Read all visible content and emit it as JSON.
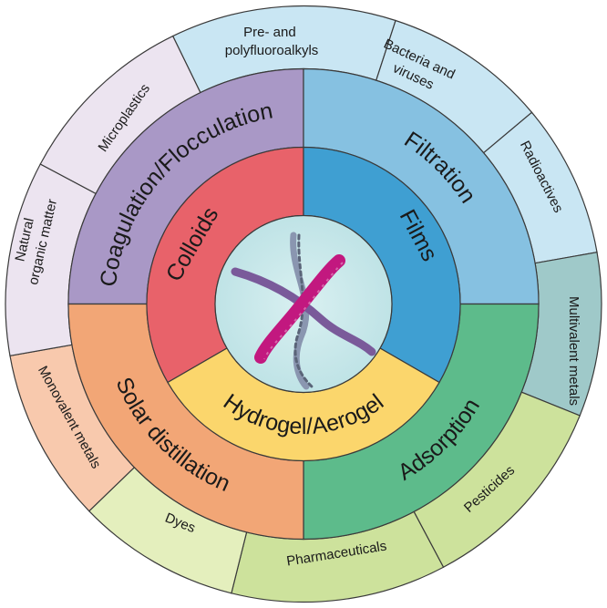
{
  "colors": {
    "outline": "#3a3a3a",
    "hub": "#bfe3e6",
    "hub_inner": "#d9f0f1",
    "fiber_a": "#c2187f",
    "fiber_b": "#7a5a9a",
    "fiber_c": "#8a96b0"
  },
  "inner": {
    "colloids": {
      "label": "Colloids",
      "color": "#e8626a"
    },
    "films": {
      "label": "Films",
      "color": "#3f9fd2"
    },
    "hydrogel": {
      "label": "Hydrogel/Aerogel",
      "color": "#fbd66c"
    }
  },
  "middle": {
    "coagulation": {
      "label": "Coagulation/Flocculation",
      "color": "#a998c6"
    },
    "filtration": {
      "label": "Filtration",
      "color": "#86c1e1"
    },
    "adsorption": {
      "label": "Adsorption",
      "color": "#5dbb8b"
    },
    "solar": {
      "label": "Solar distillation",
      "color": "#f2a676"
    }
  },
  "outer": {
    "pfas": {
      "line1": "Pre- and",
      "line2": "polyfluoroalkyls",
      "color": "#c9e6f3"
    },
    "bacteria": {
      "line1": "Bacteria and",
      "line2": "viruses",
      "color": "#c9e6f3"
    },
    "radioactives": {
      "label": "Radioactives",
      "color": "#c9e6f3"
    },
    "multivalent": {
      "label": "Multivalent metals",
      "color": "#9fc9c9"
    },
    "pesticides": {
      "label": "Pesticides",
      "color": "#cde29c"
    },
    "pharmaceuticals": {
      "label": "Pharmaceuticals",
      "color": "#cde29c"
    },
    "dyes": {
      "label": "Dyes",
      "color": "#e4efbd"
    },
    "monovalent": {
      "label": "Monovalent metals",
      "color": "#f8c9ad"
    },
    "natural": {
      "line1": "Natural",
      "line2": "organic matter",
      "color": "#ece4f0"
    },
    "microplastics": {
      "label": "Microplastics",
      "color": "#ece4f0"
    }
  }
}
